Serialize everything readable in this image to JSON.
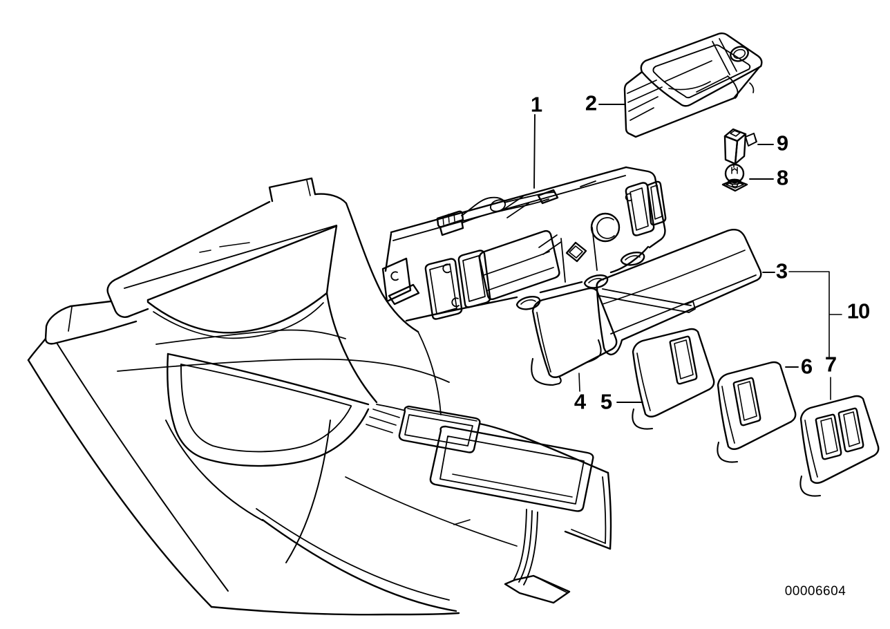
{
  "diagram": {
    "drawing_number": "00006604",
    "callouts": [
      {
        "label": "1"
      },
      {
        "label": "2"
      },
      {
        "label": "3"
      },
      {
        "label": "4"
      },
      {
        "label": "5"
      },
      {
        "label": "6"
      },
      {
        "label": "7"
      },
      {
        "label": "8"
      },
      {
        "label": "9"
      },
      {
        "label": "10"
      }
    ]
  }
}
